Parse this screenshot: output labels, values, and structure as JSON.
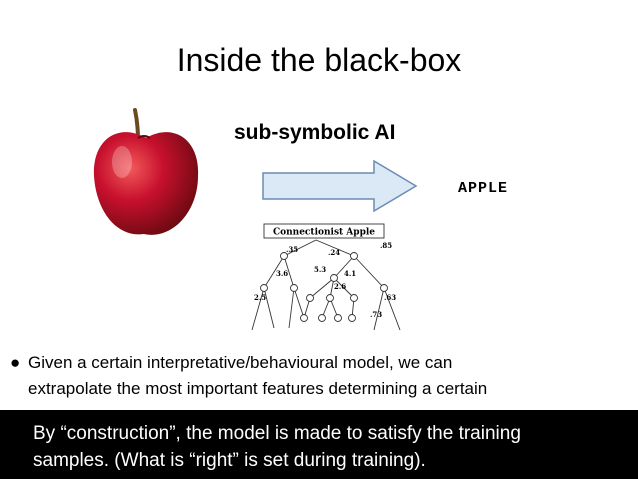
{
  "slide": {
    "title": "Inside the black-box",
    "subtitle": "sub-symbolic AI",
    "output_label": "APPLE"
  },
  "network": {
    "header": "Connectionist Apple",
    "weights": [
      ".35",
      ".24",
      ".85",
      "3.6",
      "5.3",
      "4.1",
      "2.6",
      "2.5",
      ".63",
      ".73"
    ]
  },
  "bullet": {
    "line1": "Given a certain interpretative/behavioural model, we can",
    "line2": "extrapolate the most important features determining a certain"
  },
  "footer": {
    "line1": "By “construction”, the model is made to satisfy the training",
    "line2": "samples. (What is “right” is set during training)."
  },
  "colors": {
    "arrow_fill": "#dbe9f7",
    "arrow_stroke": "#6b8cb3",
    "apple_red": "#c8102e",
    "footer_bg": "#000000"
  }
}
